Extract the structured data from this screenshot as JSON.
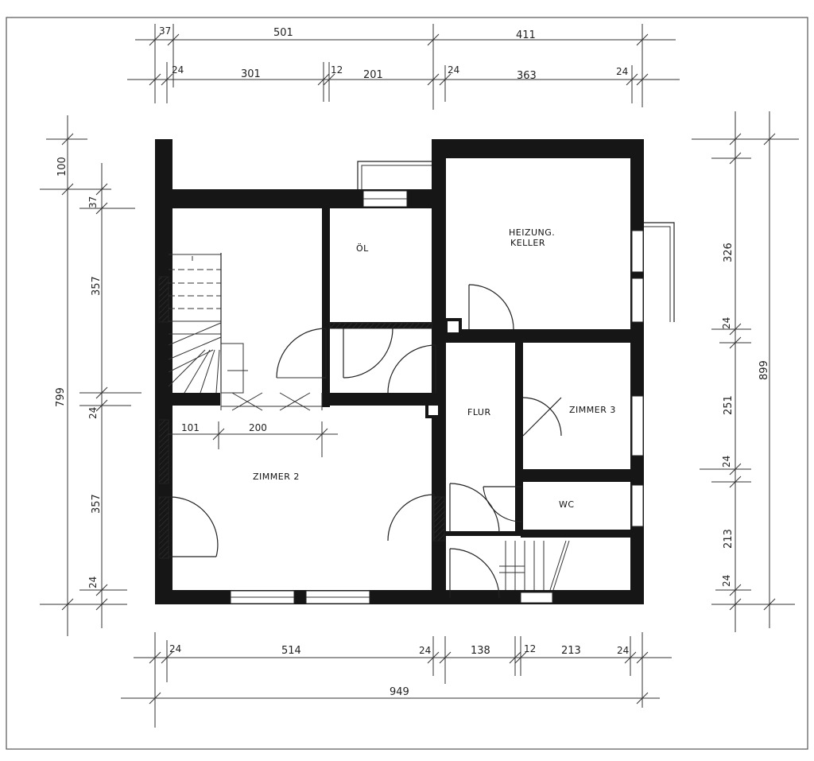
{
  "plan": {
    "rooms": {
      "oel": "ÖL",
      "heizung_line1": "HEIZUNG.",
      "heizung_line2": "KELLER",
      "flur": "FLUR",
      "zimmer3": "ZIMMER 3",
      "zimmer2": "ZIMMER 2",
      "wc": "WC"
    },
    "dims_top": {
      "a37": "37",
      "a501": "501",
      "a411": "411",
      "b24_1": "24",
      "b301": "301",
      "b12": "12",
      "b201": "201",
      "b24_2": "24",
      "b363": "363",
      "b24_3": "24"
    },
    "dims_left": {
      "l100": "100",
      "l37": "37",
      "l357_1": "357",
      "l799": "799",
      "l24_1": "24",
      "l357_2": "357",
      "l24_2": "24"
    },
    "dims_right": {
      "r326": "326",
      "r24_1": "24",
      "r251": "251",
      "r899": "899",
      "r24_2": "24",
      "r213": "213",
      "r24_3": "24"
    },
    "dims_bottom": {
      "c24_1": "24",
      "c514": "514",
      "c24_2": "24",
      "c138": "138",
      "c12": "12",
      "c213": "213",
      "c24_3": "24",
      "d949": "949"
    },
    "dims_inner": {
      "i101": "101",
      "i200": "200"
    }
  }
}
